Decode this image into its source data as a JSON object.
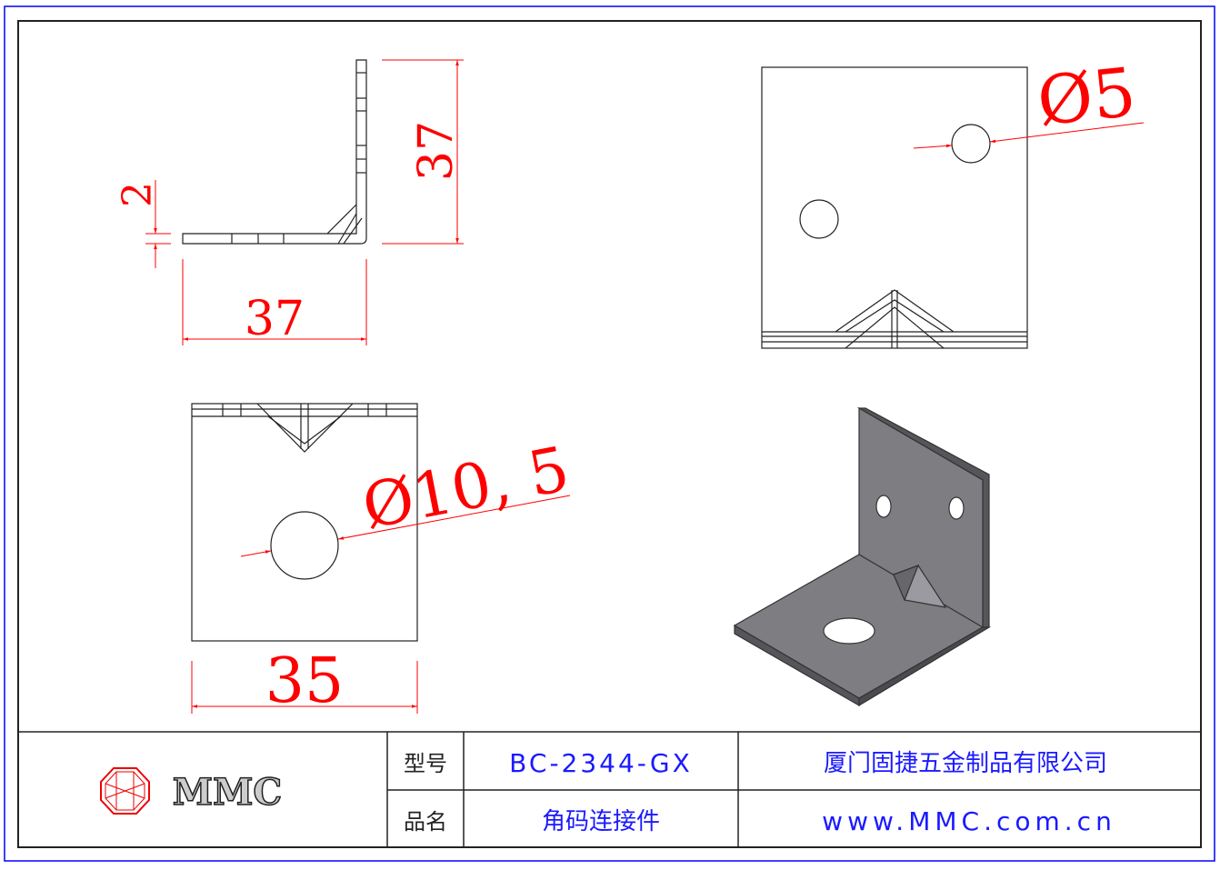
{
  "drawing": {
    "dimensions": {
      "side_thickness": "2",
      "side_height": "37",
      "side_width": "37",
      "top_hole": "Ø5",
      "front_hole": "Ø10, 5",
      "front_width": "35"
    }
  },
  "title_block": {
    "logo_text": "MMC",
    "model_label": "型号",
    "model_value": "BC-2344-GX",
    "name_label": "品名",
    "name_value": "角码连接件",
    "company": "厦门固捷五金制品有限公司",
    "website": "www.MMC.com.cn"
  },
  "colors": {
    "dimension": "#ff0000",
    "title_text": "#1a1aff",
    "frame_outer": "#0000ff",
    "part_fill": "#7d7d82"
  }
}
